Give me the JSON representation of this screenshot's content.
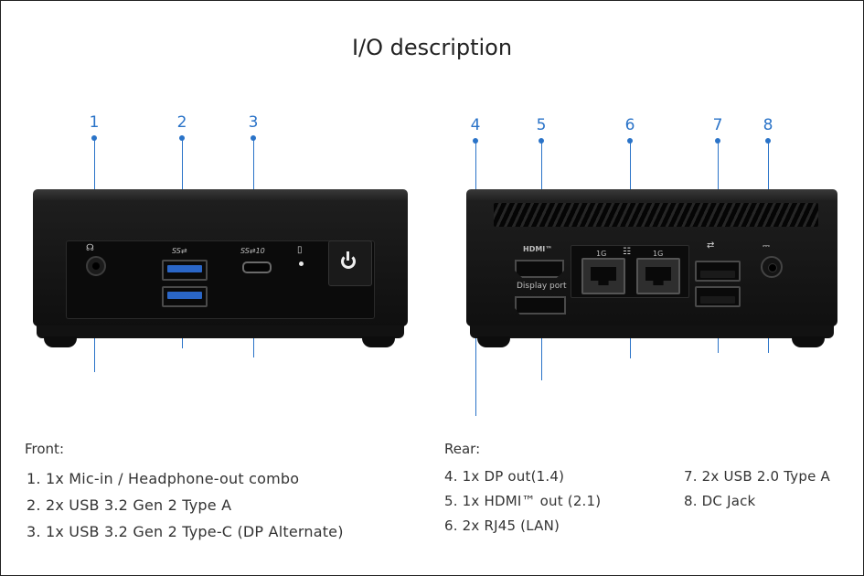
{
  "title": "I/O description",
  "callouts": [
    "1",
    "2",
    "3",
    "4",
    "5",
    "6",
    "7",
    "8"
  ],
  "device_labels": {
    "hdmi_logo": "HDMI™",
    "display_port": "Display port",
    "lan_left": "1G",
    "lan_right": "1G",
    "usb_ss": "SS",
    "usb_ss10": "SS",
    "usb_ss10_suffix": "10"
  },
  "front": {
    "heading": "Front:",
    "items": [
      "1. 1x Mic-in / Headphone-out combo",
      "2. 2x USB 3.2 Gen 2 Type A",
      "3. 1x USB 3.2 Gen 2 Type-C (DP Alternate)"
    ]
  },
  "rear": {
    "heading": "Rear:",
    "items": [
      "4. 1x DP out(1.4)",
      "5. 1x HDMI™ out (2.1)",
      "6. 2x RJ45 (LAN)",
      "7. 2x USB 2.0 Type A",
      "8. DC Jack"
    ]
  },
  "colors": {
    "accent": "#2a73c8",
    "usb3_blue": "#2a66c7",
    "device": "#151515"
  }
}
